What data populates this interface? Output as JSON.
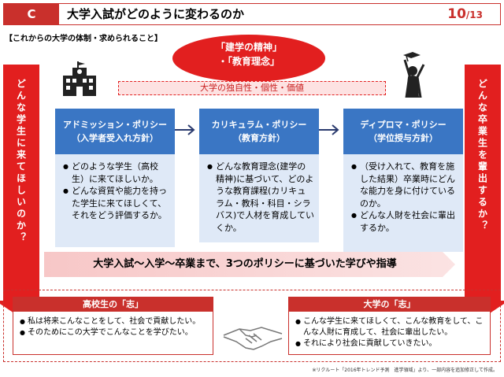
{
  "header": {
    "section": "C",
    "title": "大学入試がどのように変わるのか",
    "page_number": "10",
    "page_total": "/13"
  },
  "subheading": "【これからの大学の体制・求められること】",
  "left_banner": "どんな学生に来てほしいのか？",
  "right_banner": "どんな卒業生を輩出するか？",
  "bubble": {
    "line1": "「建学の精神」",
    "line2": "・「教育理念」"
  },
  "university_bar": "大学の独自性・個性・価値",
  "policies": [
    {
      "title": "アドミッション・ポリシー",
      "subtitle": "（入学者受入れ方針）",
      "items": [
        "どのような学生（高校生）に来てほしいか。",
        "どんな資質や能力を持った学生に来てほしくて、それをどう評価するか。"
      ]
    },
    {
      "title": "カリキュラム・ポリシー",
      "subtitle": "（教育方針）",
      "items": [
        "どんな教育理念(建学の精神)に基づいて、どのような教育課程(カリキュラム・教科・科目・シラバス)で人材を育成していくか。"
      ]
    },
    {
      "title": "ディプロマ・ポリシー",
      "subtitle": "（学位授与方針）",
      "items": [
        "（受け入れて、教育を施した結果）卒業時にどんな能力を身に付けているのか。",
        "どんな人財を社会に輩出するか。"
      ]
    }
  ],
  "flow_banner": "大学入試～入学～卒業まで、3つのポリシーに基づいた学びや指導",
  "bottom": {
    "left": {
      "title": "高校生の「志」",
      "items": [
        "私は将来こんなことをして、社会で貢献したい。",
        "そのためにこの大学でこんなことを学びたい。"
      ]
    },
    "right": {
      "title": "大学の「志」",
      "items": [
        "こんな学生に来てほしくて、こんな教育をして、こんな人財に育成して、社会に輩出したい。",
        "それにより社会に貢献していきたい。"
      ]
    }
  },
  "footnote": "※リクルート「2016年トレンド予測　進学領域」より、一部内容を追加修正して作成。",
  "colors": {
    "accent_red": "#c9302c",
    "banner_red": "#e21f1f",
    "policy_blue": "#3a76c4",
    "policy_body": "#dfe9f7"
  },
  "icons": [
    "school-building-icon",
    "graduate-icon",
    "handshake-icon",
    "right-arrow-icon"
  ]
}
